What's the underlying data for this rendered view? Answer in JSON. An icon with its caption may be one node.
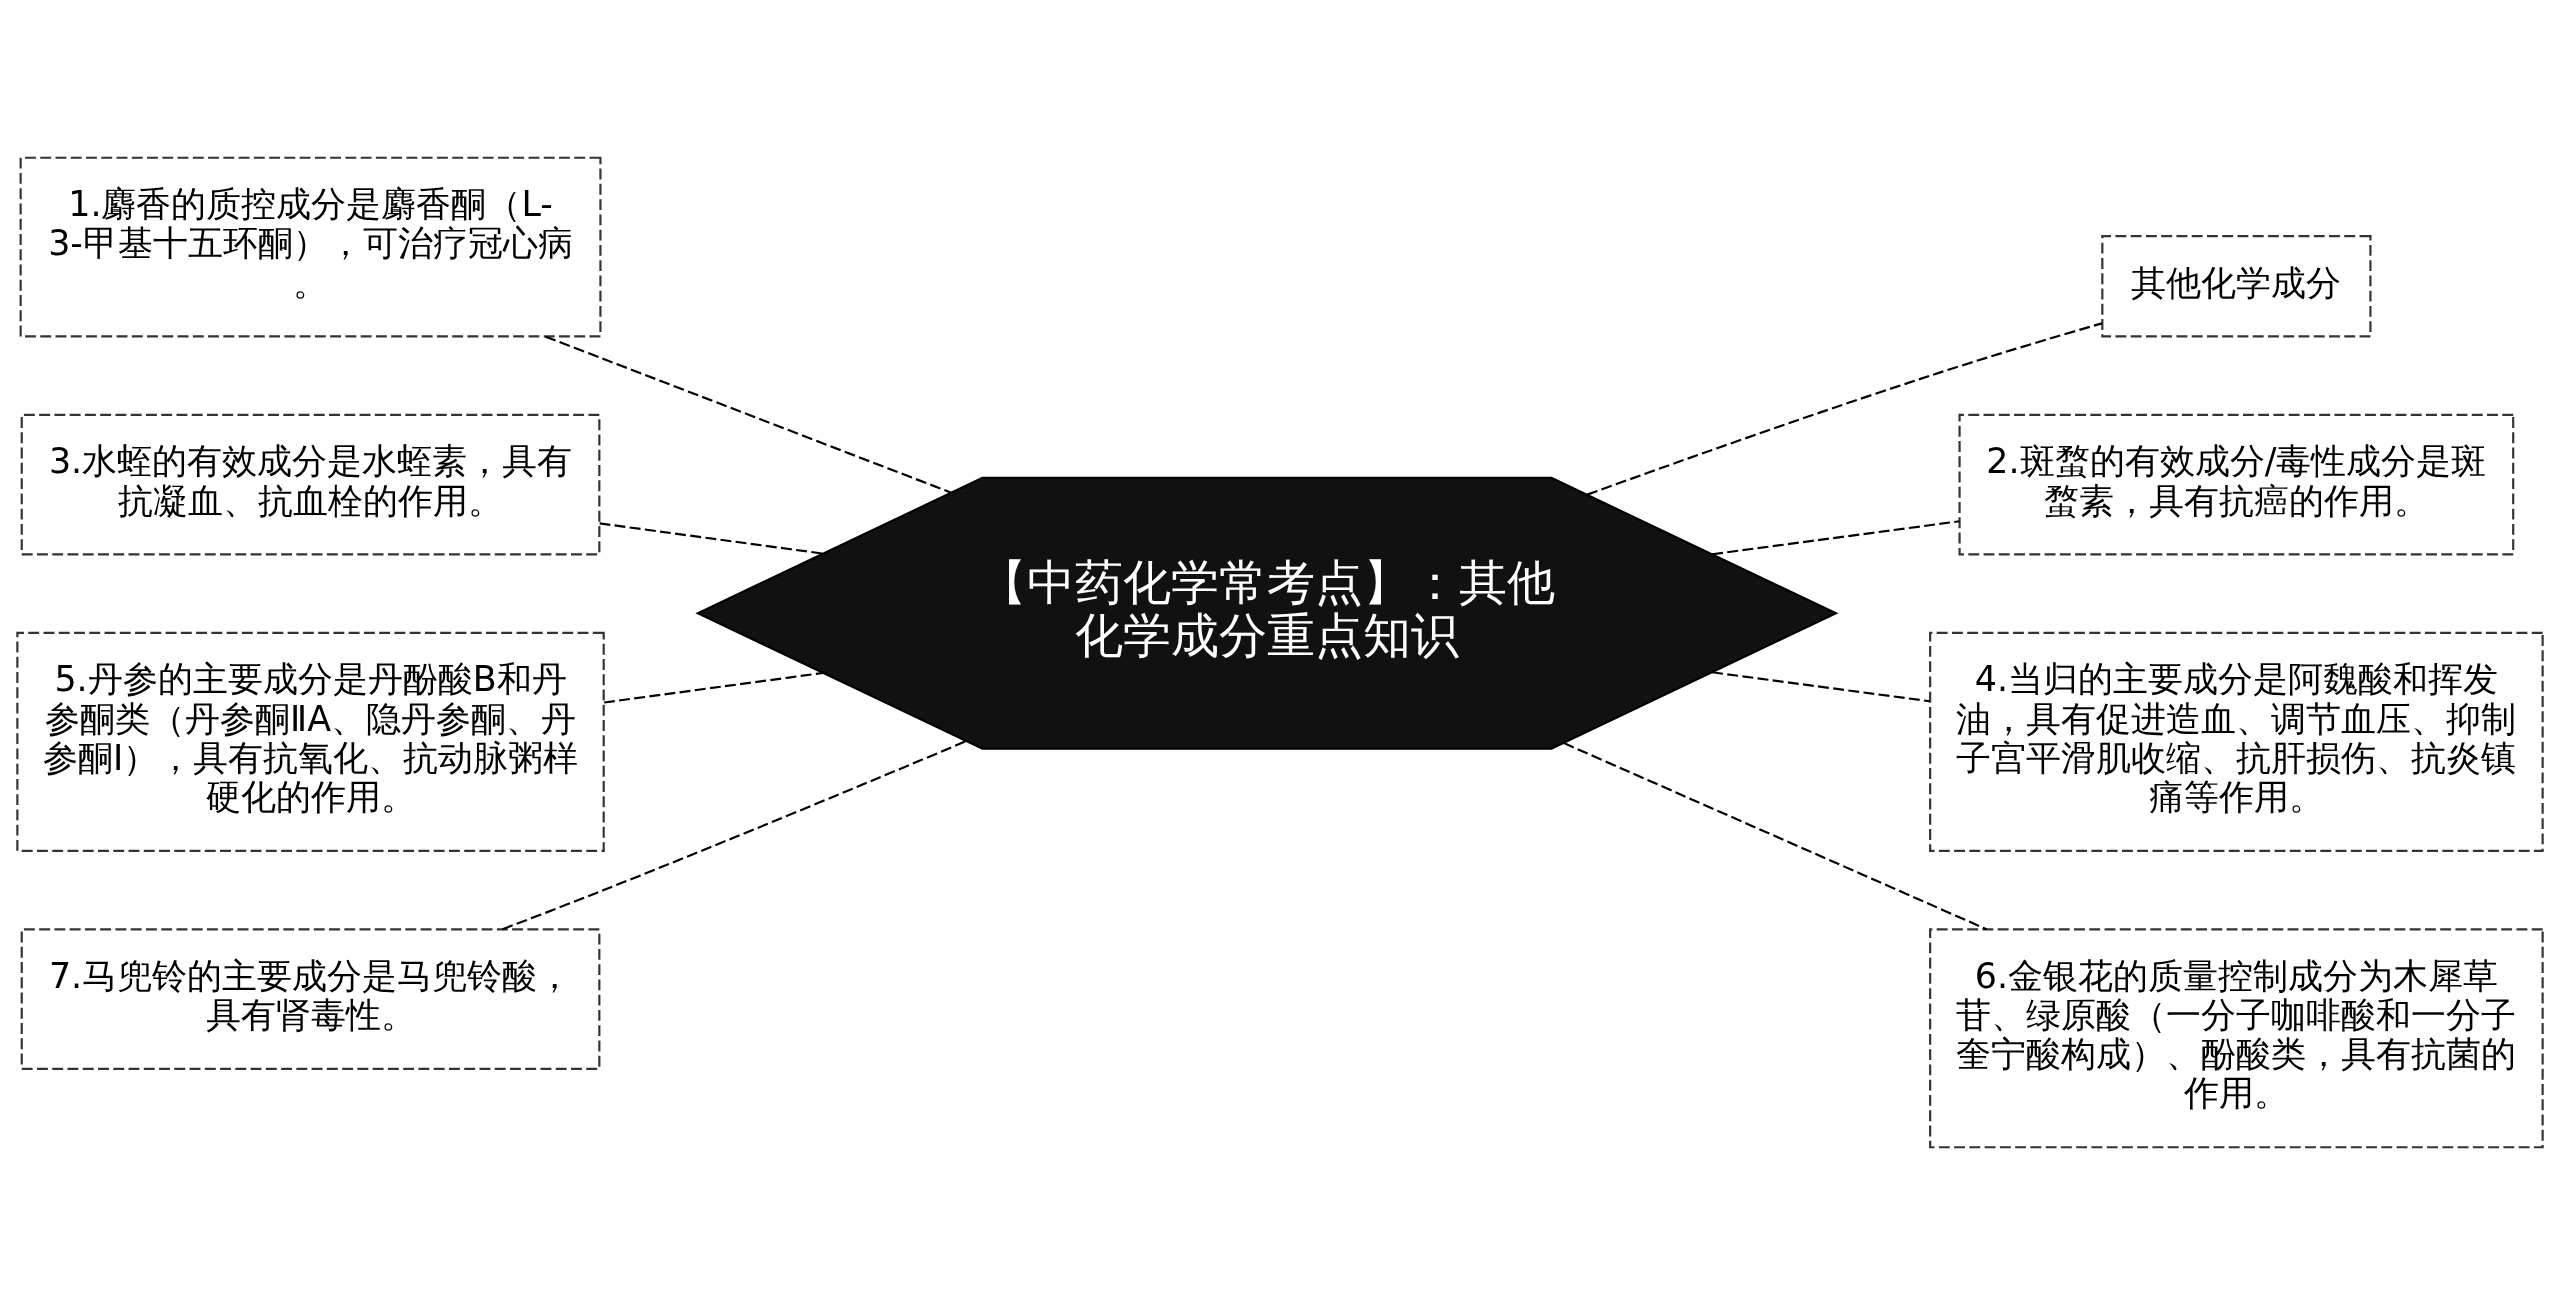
{
  "diagram": {
    "nodes": [
      {
        "text": [
          "【中药化学常考点】：其他化学成分重点知识"
        ]
      },
      {
        "text": [
          "1.麝香的质控成分是麝香酮（L-3-甲基十五环酮），可治疗冠心病。"
        ]
      },
      {
        "text": [
          "3.水蛭的有效成分是水蛭素，具有抗凝血、抗血栓的作用。"
        ]
      },
      {
        "text": [
          "5.丹参的主要成分是丹酚酸B和丹参酮类（丹参酮ⅡA、隐丹参酮、丹参酮Ⅰ），具有抗氧化、抗动脉粥样硬化的作用。"
        ]
      },
      {
        "text": [
          "7.马兜铃的主要成分是马兜铃酸，具有肾毒性。"
        ]
      },
      {
        "text": [
          "其他化学成分"
        ]
      },
      {
        "text": [
          "2.斑蝥的有效成分/毒性成分是斑蝥素，具有抗癌的作用。"
        ]
      },
      {
        "text": [
          "4.当归的主要成分是阿魏酸和挥发油，具有促进造血、调节血压、抑制子宫平滑肌收缩、抗肝损伤、抗炎镇痛等作用。"
        ]
      },
      {
        "text": [
          "6.金银花的质量控制成分为木犀草苷、绿原酸（一分子咖啡酸和一分子奎宁酸构成）、酚酸类，具有抗菌的作用。"
        ]
      }
    ],
    "edges": [
      {
        "from": 1,
        "to": 0,
        "arrow": "none",
        "style": "dashed"
      },
      {
        "from": 2,
        "to": 0,
        "arrow": "none",
        "style": "dashed"
      },
      {
        "from": 3,
        "to": 0,
        "arrow": "none",
        "style": "dashed"
      },
      {
        "from": 4,
        "to": 0,
        "arrow": "none",
        "style": "dashed"
      },
      {
        "from": 0,
        "to": 5,
        "arrow": "none",
        "style": "dashed"
      },
      {
        "from": 0,
        "to": 6,
        "arrow": "none",
        "style": "dashed"
      },
      {
        "from": 0,
        "to": 7,
        "arrow": "none",
        "style": "dashed"
      },
      {
        "from": 0,
        "to": 8,
        "arrow": "none",
        "style": "dashed"
      }
    ]
  }
}
